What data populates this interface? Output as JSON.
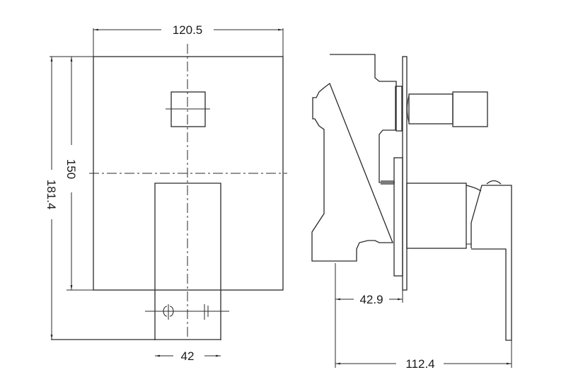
{
  "drawing": {
    "front_view": {
      "dim_width": "120.5",
      "dim_plate_height": "150",
      "dim_total_height": "181.4",
      "dim_handle_width": "42"
    },
    "side_view": {
      "dim_wall_depth": "42.9",
      "dim_total_depth": "112.4"
    },
    "line_color": "#2a2a2a",
    "background": "#ffffff"
  }
}
